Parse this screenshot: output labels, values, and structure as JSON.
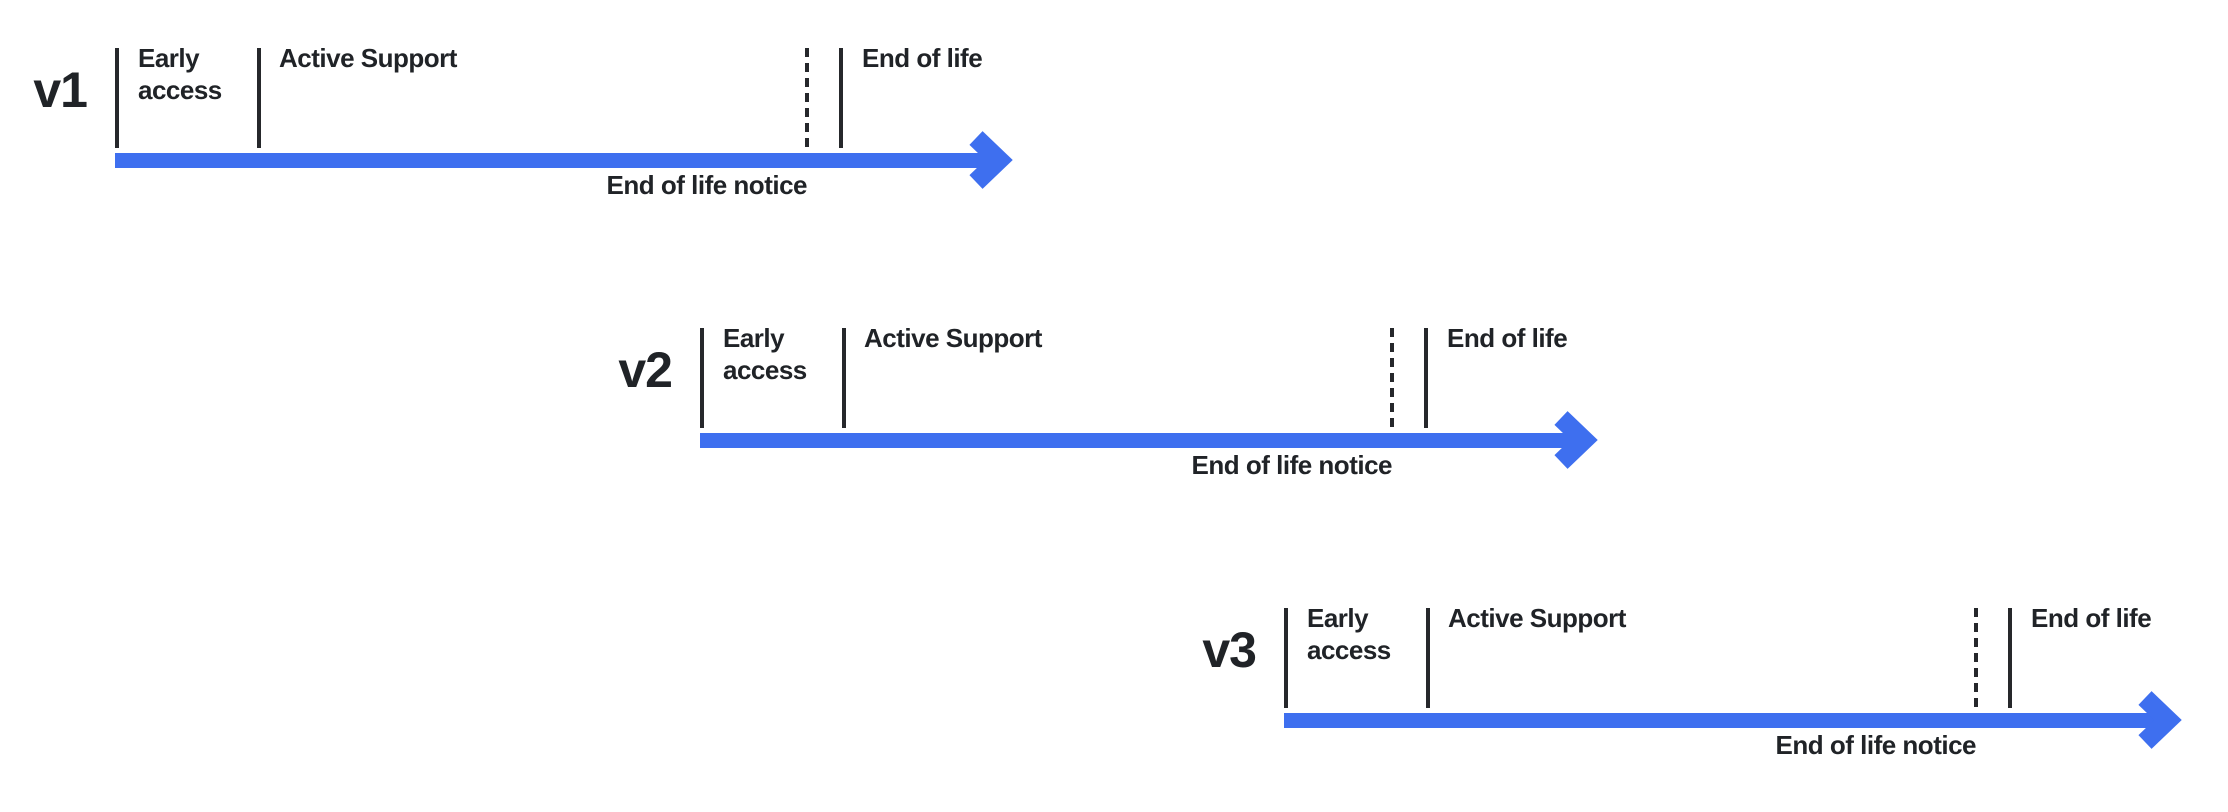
{
  "diagram": {
    "timelines": [
      {
        "version": "v1",
        "phases": {
          "early_access": "Early access",
          "active_support": "Active Support",
          "end_of_life": "End of life"
        },
        "eol_notice": "End of life notice"
      },
      {
        "version": "v2",
        "phases": {
          "early_access": "Early access",
          "active_support": "Active Support",
          "end_of_life": "End of life"
        },
        "eol_notice": "End of life notice"
      },
      {
        "version": "v3",
        "phases": {
          "early_access": "Early access",
          "active_support": "Active Support",
          "end_of_life": "End of life"
        },
        "eol_notice": "End of life notice"
      }
    ],
    "colors": {
      "arrow_blue": "#3E6FEF",
      "text": "#202327",
      "tick": "#26282B",
      "background": "#FFFFFF"
    }
  }
}
